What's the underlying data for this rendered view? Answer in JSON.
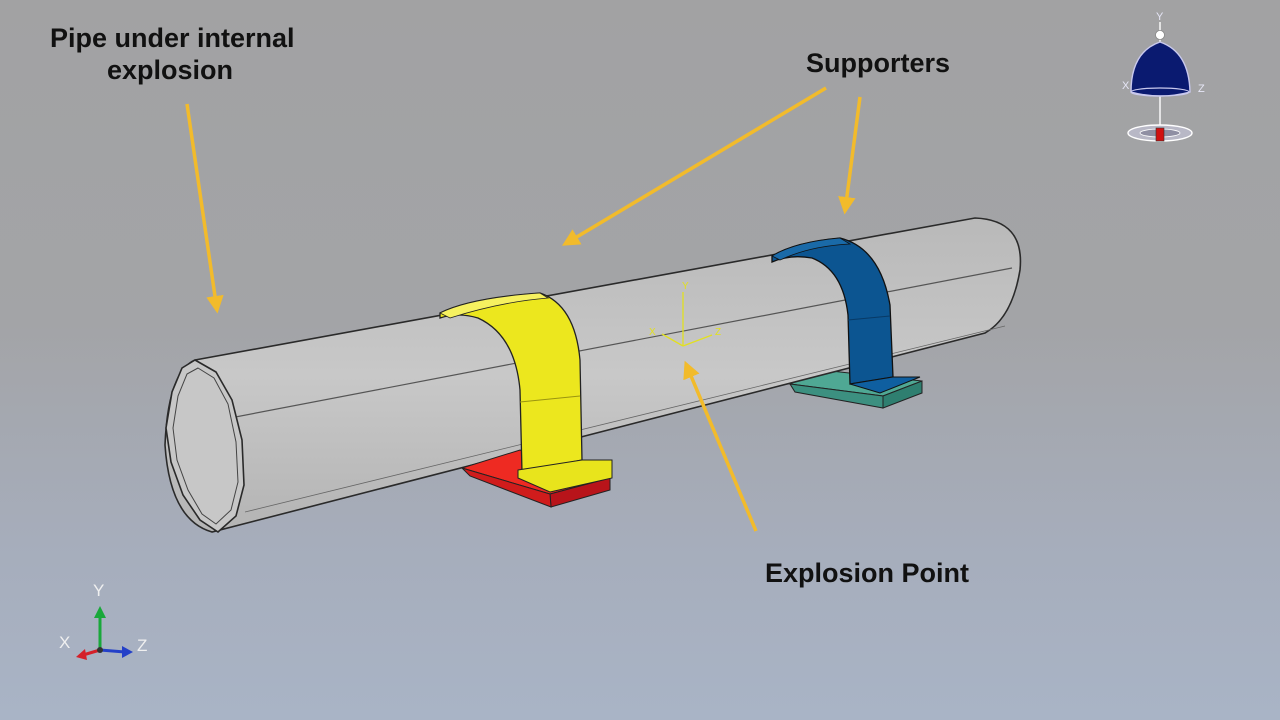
{
  "annotations": {
    "pipe": {
      "line1": "Pipe under internal",
      "line2": "explosion"
    },
    "supporters": "Supporters",
    "explosion_point": "Explosion Point"
  },
  "triad": {
    "x": "X",
    "y": "Y",
    "z": "Z"
  },
  "colors": {
    "arrow": "#f2bb2b",
    "pipe": "#c2c2c2",
    "support_left": "#e8e61c",
    "base_left": "#e8201c",
    "support_right": "#0a4f8a",
    "base_right": "#3f9b88",
    "view_cube": "#0a1a70",
    "triad_x": "#d4202a",
    "triad_y": "#19a83a",
    "triad_z": "#2440c8",
    "local_axis": "#e2e020"
  },
  "icons": [
    "view-manipulator-icon",
    "global-axis-triad-icon",
    "local-csys-icon"
  ]
}
